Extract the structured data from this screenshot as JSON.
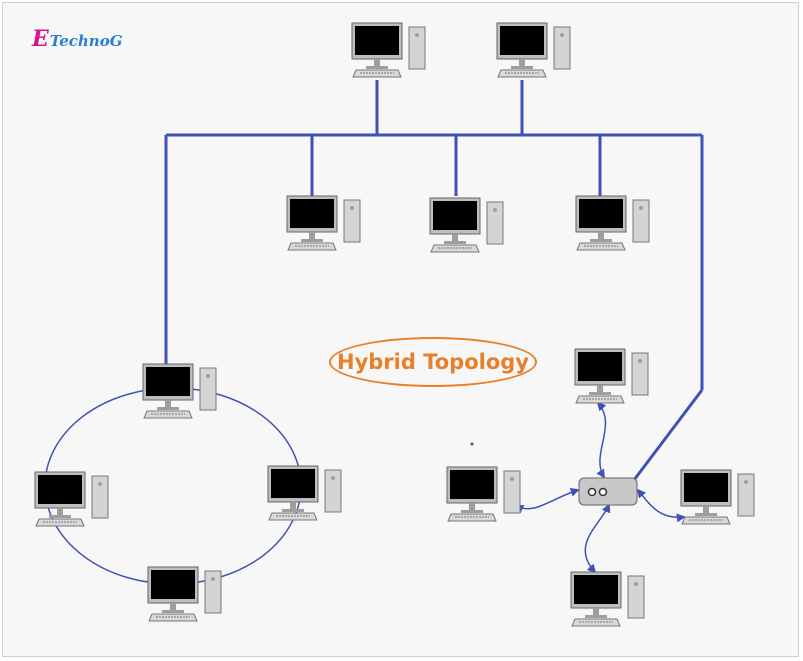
{
  "logo": {
    "prefix": "E",
    "text": "TechnoG",
    "prefix_color": "#d8148c",
    "text_color": "#2a7fd0"
  },
  "title": "Hybrid Topology",
  "colors": {
    "bus_line": "#3f51b5",
    "link_line": "#3f51b5",
    "title": "#e8802a",
    "monitor_screen": "#000000",
    "device_body": "#c8c8c8",
    "hub_body": "#c8c8c8"
  },
  "icons": {
    "computer": "desktop-computer-icon",
    "hub": "network-hub-icon"
  },
  "topologies": [
    "bus",
    "ring",
    "star"
  ]
}
